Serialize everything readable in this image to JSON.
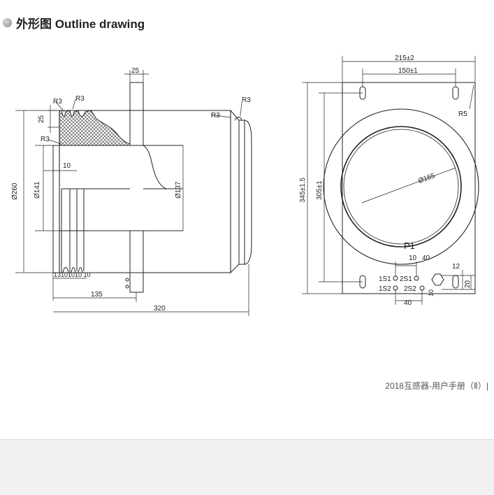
{
  "heading": {
    "title": "外形图 Outline drawing"
  },
  "side_view": {
    "top_width": "25",
    "left_height": "25",
    "radius_1": "R3",
    "radius_2": "R3",
    "radius_3": "R3",
    "radius_right_1": "R3",
    "radius_right_2": "R3",
    "gap": "10",
    "dia_outer": "Ø260",
    "dia_inner": "Ø141",
    "dia_bore": "Ø137",
    "grooves": "13101010 10",
    "len_135": "135",
    "len_320": "320"
  },
  "front_view": {
    "width_total": "215±2",
    "width_holes": "150±1",
    "radius_corner": "R5",
    "height_total": "345±1.5",
    "height_holes": "305±1",
    "dia_window": "Ø165",
    "mark_p1": "P1",
    "dim_10_top": "10",
    "dim_40_top": "40",
    "dim_12": "12",
    "dim_20": "20",
    "dim_10_right": "10",
    "dim_40_bottom": "40",
    "term_1s1": "1S1",
    "term_2s1": "2S1",
    "term_1s2": "1S2",
    "term_2s2": "2S2"
  },
  "footer": {
    "text": "2018互感器-用户手册（Ⅱ）|"
  },
  "colors": {
    "line": "#222222",
    "hatch": "#333333",
    "footer_band": "#f1f1f1"
  }
}
